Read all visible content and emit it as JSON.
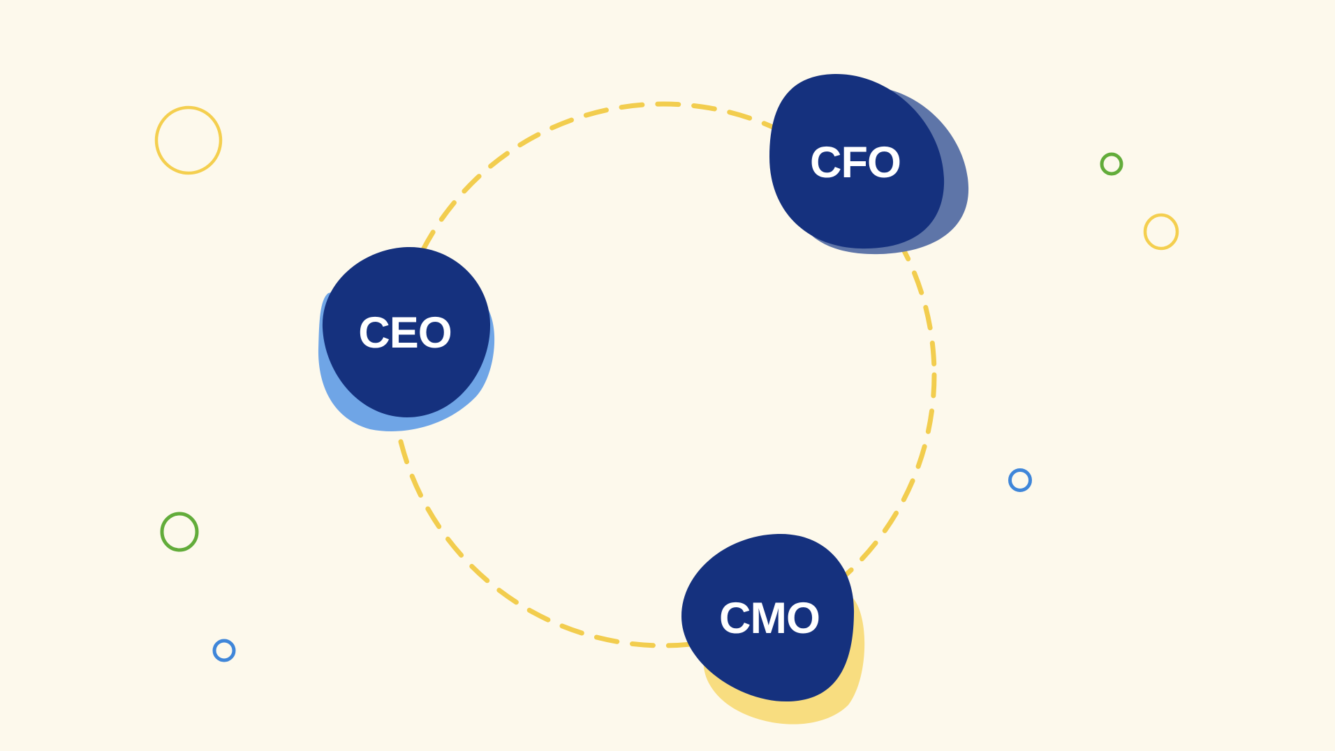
{
  "colors": {
    "background": "#fdf9ec",
    "node_fill": "#15317e",
    "cycle_dash": "#f2cd4e",
    "accent_light_blue": "#6fa5e6",
    "accent_slate_blue": "#5e75a8",
    "accent_yellow": "#f8dd80",
    "decor_yellow": "#f4cf4f",
    "decor_green": "#62ac3a",
    "decor_blue": "#3f86d9"
  },
  "cycle": {
    "nodes": [
      {
        "id": "ceo",
        "label": "CEO",
        "accent": "light-blue"
      },
      {
        "id": "cfo",
        "label": "CFO",
        "accent": "slate-blue"
      },
      {
        "id": "cmo",
        "label": "CMO",
        "accent": "yellow"
      }
    ]
  },
  "decorations": [
    {
      "name": "yellow-ring-icon",
      "color": "yellow"
    },
    {
      "name": "green-ring-icon",
      "color": "green"
    },
    {
      "name": "blue-ring-icon",
      "color": "blue"
    }
  ]
}
